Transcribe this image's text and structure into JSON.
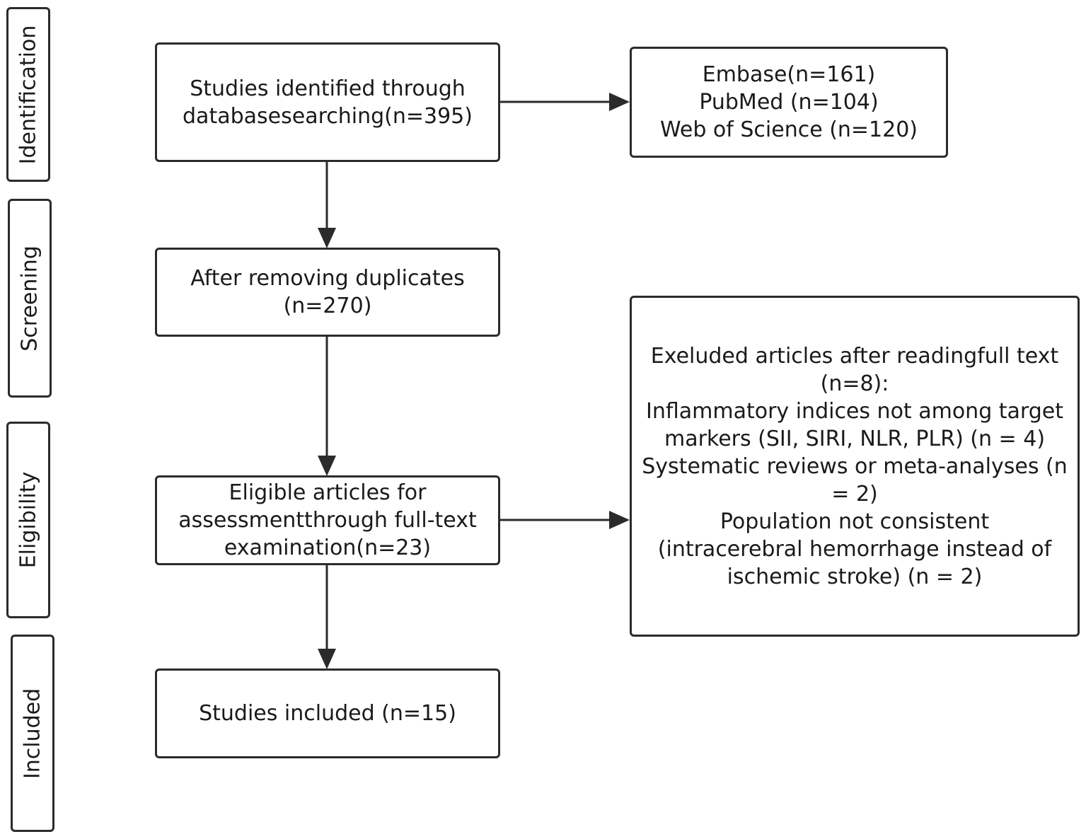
{
  "stages": {
    "identification": "Identification",
    "screening": "Screening",
    "eligibility": "Eligibility",
    "included": "Included"
  },
  "boxes": {
    "identified": [
      "Studies identified through",
      "databasesearching(n=395)"
    ],
    "sources": [
      "Embase(n=161)",
      "PubMed (n=104)",
      "Web of Science (n=120)"
    ],
    "duplicates_removed": [
      "After removing duplicates",
      "(n=270)"
    ],
    "eligible": [
      "Eligible articles for",
      "assessmentthrough full-text",
      "examination(n=23)"
    ],
    "excluded": [
      "Exeluded articles after readingfull text",
      "(n=8):",
      "Inflammatory indices not among target",
      "markers (SII, SIRI, NLR, PLR) (n = 4)",
      "Systematic reviews or meta-analyses (n",
      "= 2)",
      "Population not consistent",
      "(intracerebral hemorrhage instead of",
      "ischemic stroke) (n = 2)"
    ],
    "included": [
      "Studies included (n=15)"
    ]
  },
  "colors": {
    "stroke": "#2b2b2b",
    "text": "#1a1a1a",
    "background": "#ffffff"
  }
}
